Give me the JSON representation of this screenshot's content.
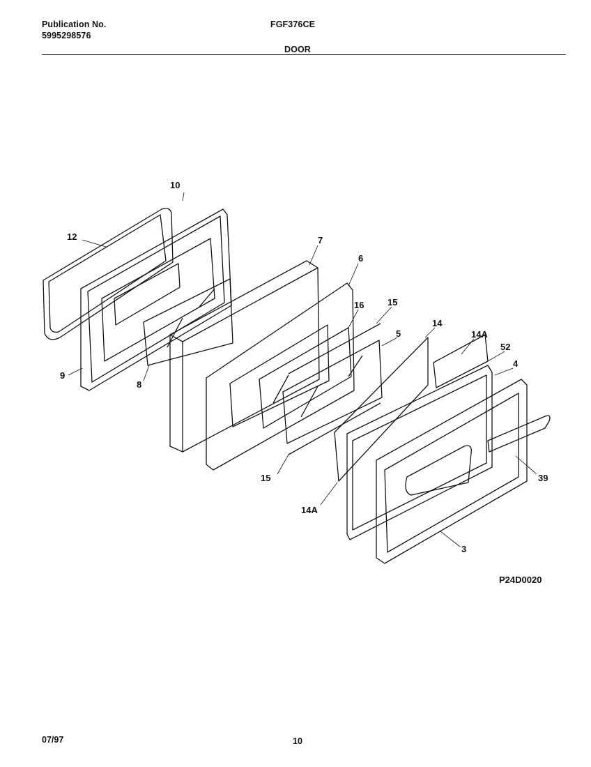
{
  "header": {
    "publication_label": "Publication No.",
    "publication_number": "5995298576",
    "model": "FGF376CE",
    "section_title": "DOOR"
  },
  "diagram": {
    "figure_code": "P24D0020",
    "callouts": [
      {
        "id": "c10",
        "text": "10"
      },
      {
        "id": "c12",
        "text": "12"
      },
      {
        "id": "c7",
        "text": "7"
      },
      {
        "id": "c6",
        "text": "6"
      },
      {
        "id": "c16",
        "text": "16"
      },
      {
        "id": "c15a",
        "text": "15"
      },
      {
        "id": "c5",
        "text": "5"
      },
      {
        "id": "c14",
        "text": "14"
      },
      {
        "id": "c14Aa",
        "text": "14A"
      },
      {
        "id": "c52",
        "text": "52"
      },
      {
        "id": "c4",
        "text": "4"
      },
      {
        "id": "c9",
        "text": "9"
      },
      {
        "id": "c8",
        "text": "8"
      },
      {
        "id": "c15b",
        "text": "15"
      },
      {
        "id": "c39",
        "text": "39"
      },
      {
        "id": "c14Ab",
        "text": "14A"
      },
      {
        "id": "c3",
        "text": "3"
      }
    ]
  },
  "footer": {
    "date": "07/97",
    "page": "10"
  }
}
